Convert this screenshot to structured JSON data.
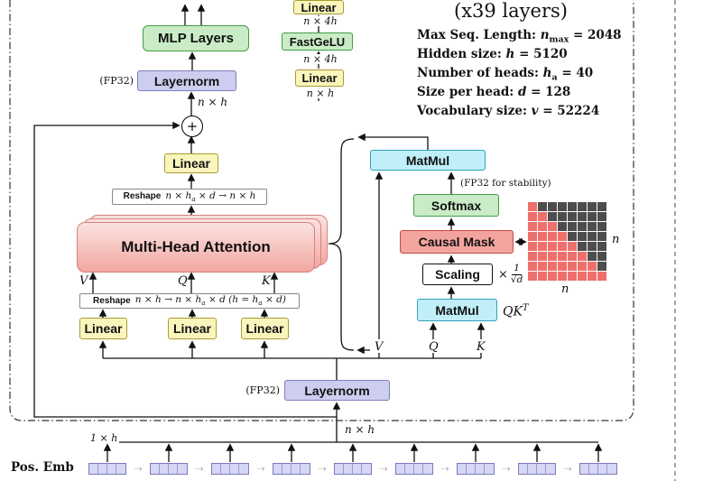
{
  "colors": {
    "yellow": "#faf5bd",
    "green": "#c9ecc6",
    "lavender": "#cdcdf0",
    "cyan": "#c0eff9",
    "causal_red": "#f3a49e",
    "mask_filled": "#ee6f6b",
    "mask_empty": "#4d4d4d",
    "mha_pink": "#f2a7a1"
  },
  "top_detail": {
    "linear_top": "Linear",
    "dim_top": "n × 4h",
    "fastgelu": "FastGeLU",
    "dim_mid": "n × 4h",
    "linear_mid": "Linear",
    "dim_bottom": "n × h"
  },
  "mlp": {
    "label": "MLP Layers"
  },
  "ln_top": {
    "fp32": "(FP32)",
    "label": "Layernorm",
    "dim": "n × h"
  },
  "add": {
    "plus": "+"
  },
  "linear_out": {
    "label": "Linear"
  },
  "reshape_top": {
    "bold": "Reshape",
    "m1": "n × h",
    "sub1": "a",
    "m2": " × d → n × h"
  },
  "mha": {
    "label": "Multi-Head Attention",
    "v": "V",
    "q": "Q",
    "k": "K"
  },
  "reshape_bottom": {
    "bold": "Reshape",
    "m1": "n × h → n × h",
    "sub1": "a",
    "m2": " × d (h = h",
    "sub2": "a",
    "m3": " × d)"
  },
  "linears": {
    "l1": "Linear",
    "l2": "Linear",
    "l3": "Linear"
  },
  "specs": {
    "title": "(x39 layers)",
    "rows": [
      {
        "label": "Max Seq. Length: ",
        "var": "n",
        "sub": "max",
        "rest": " = 2048"
      },
      {
        "label": "Hidden size: ",
        "var": "h",
        "sub": "",
        "rest": " = 5120"
      },
      {
        "label": "Number of heads: ",
        "var": "h",
        "sub": "a",
        "rest": " = 40"
      },
      {
        "label": "Size per head: ",
        "var": "d",
        "sub": "",
        "rest": " = 128"
      },
      {
        "label": "Vocabulary size: ",
        "var": "v",
        "sub": "",
        "rest": " = 52224"
      }
    ]
  },
  "attn": {
    "matmul_top": "MatMul",
    "fp32_note": "(FP32 for stability)",
    "softmax": "Softmax",
    "causal_mask": "Causal Mask",
    "scaling": "Scaling",
    "times": "×",
    "num": "1",
    "den": "√d",
    "matmul_bottom": "MatMul",
    "qk_base": "QK",
    "qk_sup": "T",
    "v": "V",
    "q": "Q",
    "k": "K"
  },
  "mask_grid": {
    "rows": 8,
    "cols": 8,
    "n_right": "n",
    "n_bottom": "n"
  },
  "ln_bottom": {
    "fp32": "(FP32)",
    "label": "Layernorm",
    "dim": "n × h"
  },
  "embeddings": {
    "count": 9,
    "cells": 4,
    "dim": "1 × h",
    "pos_label": "Pos. Emb",
    "concat_arrow": "⇢"
  }
}
